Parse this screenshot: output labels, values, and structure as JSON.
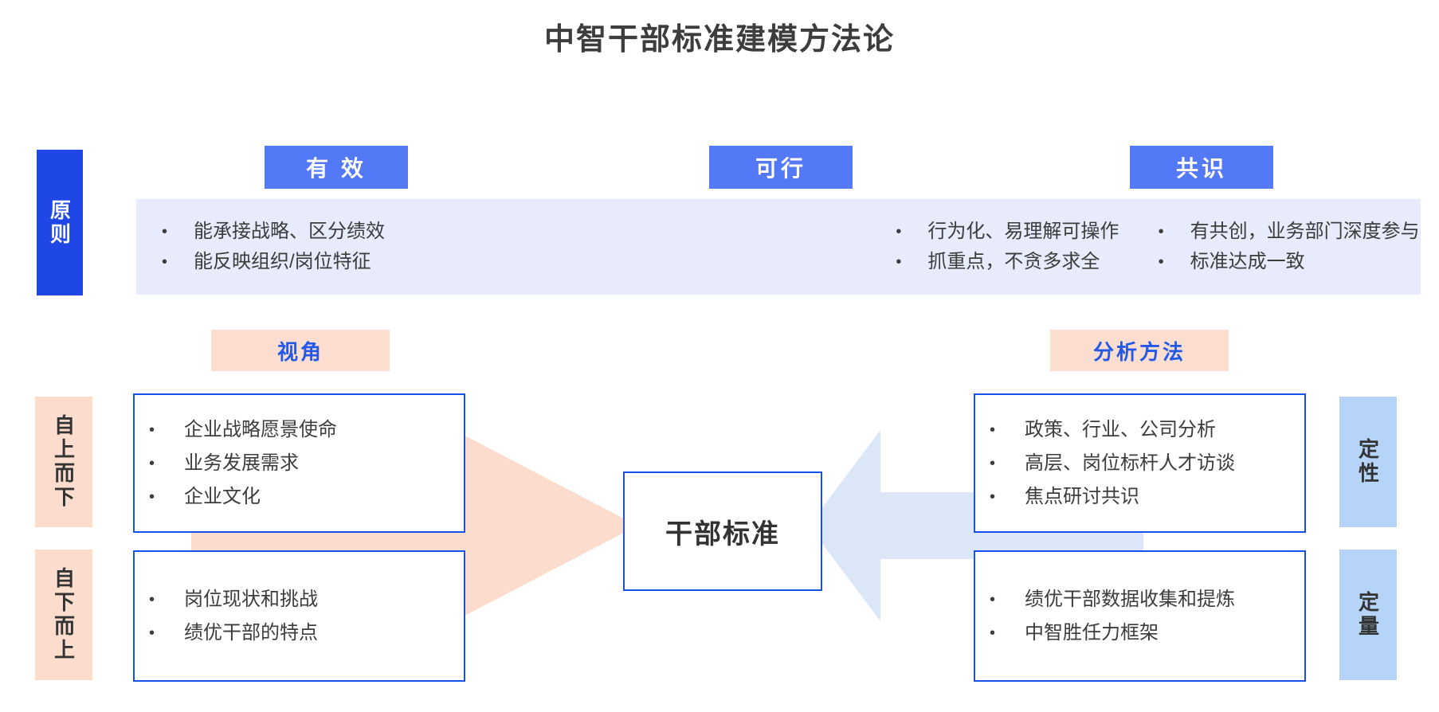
{
  "title": "中智干部标准建模方法论",
  "principles": {
    "side_label": "原则",
    "columns": [
      {
        "tab": "有 效",
        "bullets": [
          "能承接战略、区分绩效",
          "能反映组织/岗位特征"
        ]
      },
      {
        "tab": "可行",
        "bullets": [
          "行为化、易理解可操作",
          "抓重点，不贪多求全"
        ]
      },
      {
        "tab": "共识",
        "bullets": [
          "有共创，业务部门深度参与",
          "标准达成一致"
        ]
      }
    ]
  },
  "sections": {
    "left_tag": "视角",
    "right_tag": "分析方法"
  },
  "left_labels": {
    "top": "自上而下",
    "bottom": "自下而上"
  },
  "right_labels": {
    "top": "定性",
    "bottom": "定量"
  },
  "boxes": {
    "top_left": [
      "企业战略愿景使命",
      "业务发展需求",
      "企业文化"
    ],
    "bottom_left": [
      "岗位现状和挑战",
      "绩优干部的特点"
    ],
    "top_right": [
      "政策、行业、公司分析",
      "高层、岗位标杆人才访谈",
      "焦点研讨共识"
    ],
    "bottom_right": [
      "绩优干部数据收集和提炼",
      "中智胜任力框架"
    ]
  },
  "center": {
    "label": "干部标准"
  },
  "bullet_glyph": "•",
  "colors": {
    "title_text": "#3d3d3d",
    "principle_tab_bg": "#5479f7",
    "principle_band_bg": "#e7ebfb",
    "principle_side_bg": "#1f47e6",
    "section_tag_bg": "#fbded0",
    "section_tag_text": "#2359e6",
    "peach_label_bg": "#fbdccd",
    "blue_label_bg": "#b6d4f7",
    "box_border": "#1553e8",
    "arrow_left_fill": "#fbdccd",
    "arrow_right_fill": "#dbe7f6"
  }
}
